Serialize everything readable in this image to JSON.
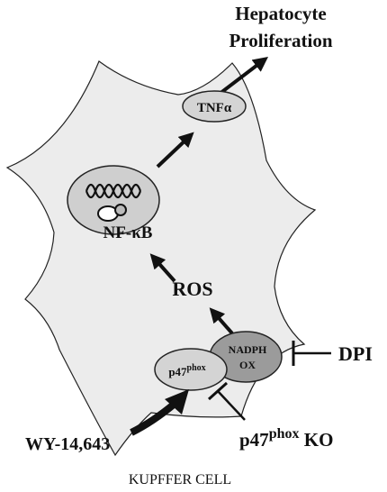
{
  "title": {
    "line1": "Hepatocyte",
    "line2": "Proliferation"
  },
  "nodes": {
    "tnf": "TNFα",
    "nfkb": "NF-κB",
    "ros": "ROS",
    "nadph_line1": "NADPH",
    "nadph_line2": "OX",
    "p47_base": "p47",
    "p47_sup": "phox"
  },
  "inhibitors": {
    "dpi": "DPI",
    "ko_base": "p47",
    "ko_sup": "phox",
    "ko_suffix": " KO"
  },
  "stimulus": "WY-14,643",
  "cell_label": "KUPFFER CELL",
  "colors": {
    "cell_fill": "#ececec",
    "light_node": "#d4d4d4",
    "dark_node": "#9b9b9b",
    "ink": "#111111"
  }
}
